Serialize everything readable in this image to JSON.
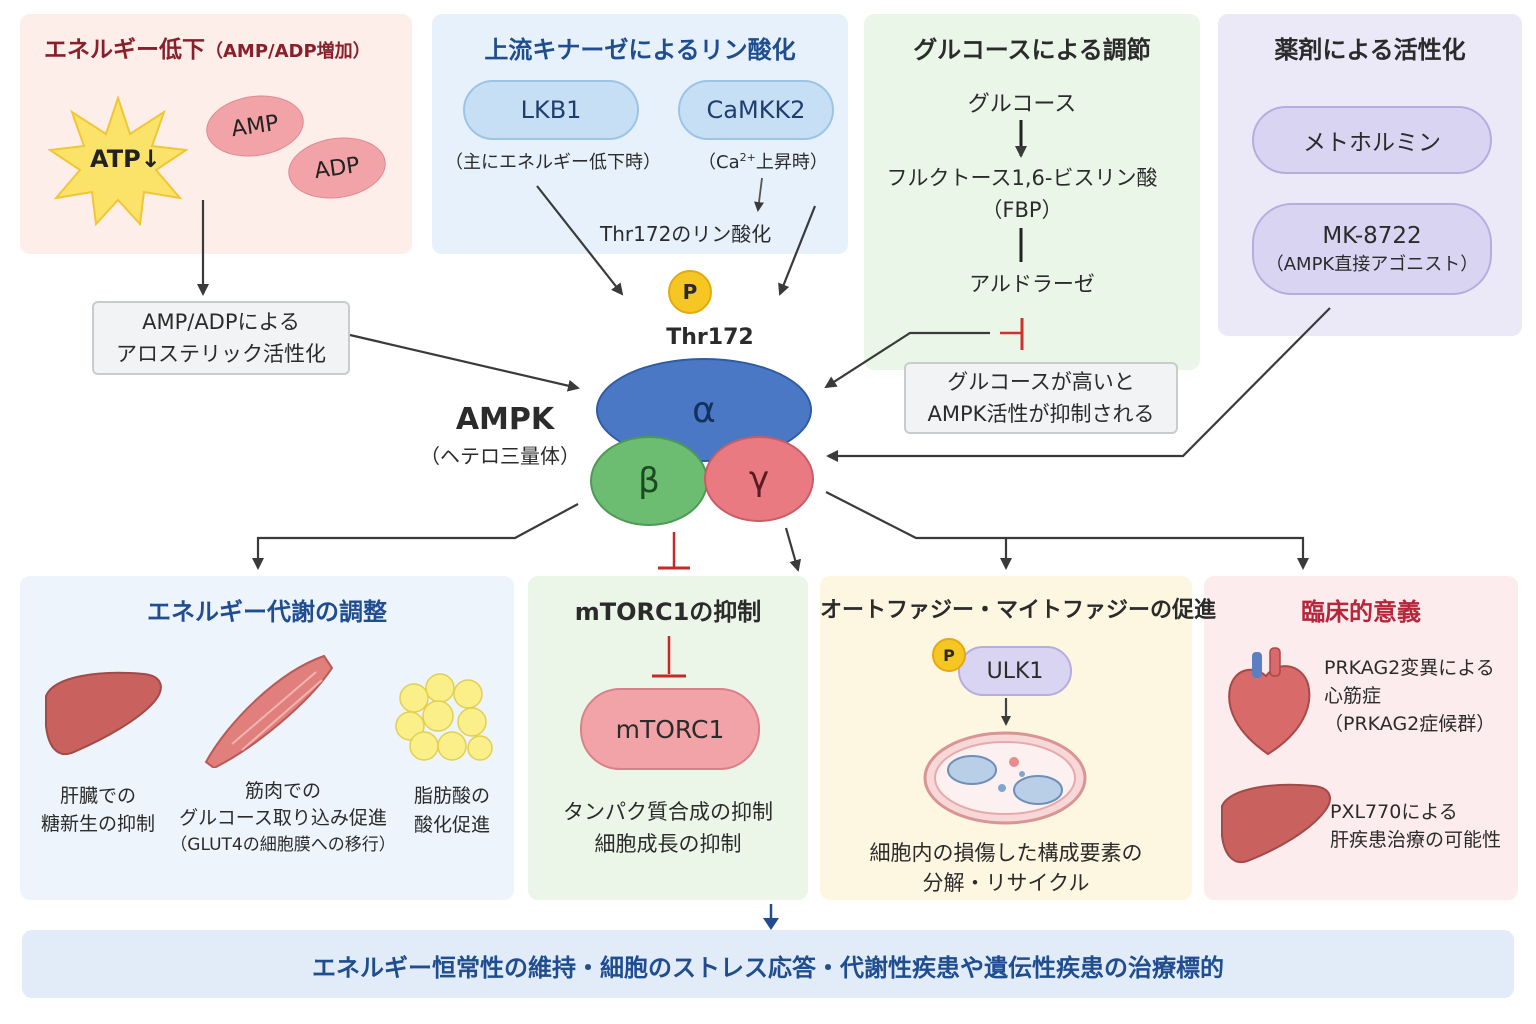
{
  "colors": {
    "energy_panel": "#fdeeea",
    "kinase_panel": "#e7f1fb",
    "glucose_panel": "#eaf6e8",
    "drug_panel": "#ebe9f8",
    "alpha": "#4a78c4",
    "beta": "#6cbd72",
    "gamma": "#e97a82",
    "phospho": "#f6c624",
    "footer": "#e1ecf8",
    "footer_text": "#1f4d8f",
    "title_blue": "#1f4d8f",
    "title_red": "#b6263a",
    "title_dark": "#2b2b2b"
  },
  "energy_drop": {
    "title": "エネルギー低下",
    "title_sub": "（AMP/ADP増加）",
    "atp": "ATP",
    "atp_arrow": "↓",
    "amp": "AMP",
    "adp": "ADP",
    "allosteric_line1": "AMP/ADPによる",
    "allosteric_line2": "アロステリック活性化"
  },
  "upstream": {
    "title": "上流キナーゼによるリン酸化",
    "lkb1": "LKB1",
    "lkb1_note": "（主にエネルギー低下時）",
    "camkk2": "CaMKK2",
    "camkk2_note_pre": "（Ca",
    "camkk2_note_sup": "2+",
    "camkk2_note_post": "上昇時）",
    "thr_phospho": "Thr172のリン酸化"
  },
  "glucose": {
    "title": "グルコースによる調節",
    "glucose": "グルコース",
    "fbp_line1": "フルクトース1,6-ビスリン酸",
    "fbp_line2": "（FBP）",
    "aldolase": "アルドラーゼ",
    "note_line1": "グルコースが高いと",
    "note_line2": "AMPK活性が抑制される"
  },
  "drugs": {
    "title": "薬剤による活性化",
    "metformin": "メトホルミン",
    "mk8722": "MK-8722",
    "mk8722_note": "（AMPK直接アゴニスト）"
  },
  "ampk": {
    "name": "AMPK",
    "sub": "（ヘテロ三量体）",
    "p": "P",
    "thr": "Thr172",
    "alpha": "α",
    "beta": "β",
    "gamma": "γ"
  },
  "metabolism": {
    "title": "エネルギー代謝の調整",
    "liver_line1": "肝臓での",
    "liver_line2": "糖新生の抑制",
    "muscle_line1": "筋肉での",
    "muscle_line2": "グルコース取り込み促進",
    "muscle_line3": "（GLUT4の細胞膜への移行）",
    "fat_line1": "脂肪酸の",
    "fat_line2": "酸化促進"
  },
  "mtorc": {
    "title": "mTORC1の抑制",
    "label": "mTORC1",
    "line1": "タンパク質合成の抑制",
    "line2": "細胞成長の抑制"
  },
  "autophagy": {
    "title": "オートファジー・マイトファジーの促進",
    "p": "P",
    "ulk1": "ULK1",
    "line1": "細胞内の損傷した構成要素の",
    "line2": "分解・リサイクル"
  },
  "clinical": {
    "title": "臨床的意義",
    "prkag2_line1": "PRKAG2変異による",
    "prkag2_line2": "心筋症",
    "prkag2_line3": "（PRKAG2症候群）",
    "pxl_line1": "PXL770による",
    "pxl_line2": "肝疾患治療の可能性"
  },
  "footer": {
    "text": "エネルギー恒常性の維持・細胞のストレス応答・代謝性疾患や遺伝性疾患の治療標的"
  }
}
